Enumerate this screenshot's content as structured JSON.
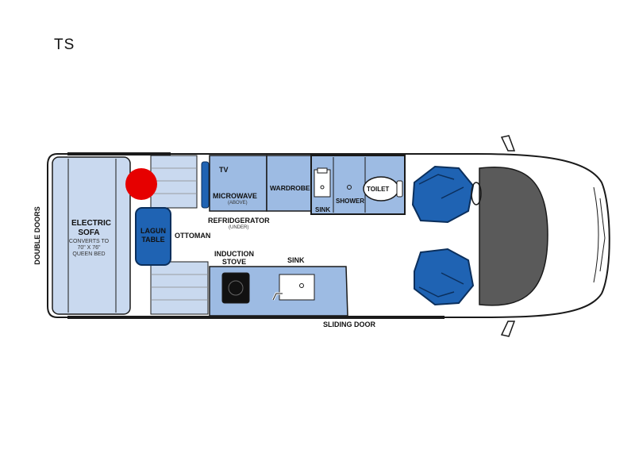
{
  "plan": {
    "title": "TS",
    "colors": {
      "outline": "#1a1a1a",
      "light_blue": "#c9d9ef",
      "mid_blue": "#9dbbe3",
      "deep_blue": "#1f63b3",
      "marker_red": "#e60000",
      "windshield_gray": "#5a5a5a"
    },
    "labels": {
      "double_doors": "DOUBLE DOORS",
      "electric_sofa": "ELECTRIC SOFA",
      "converts_line1": "CONVERTS TO",
      "converts_line2": "70\" X 76\"",
      "converts_line3": "QUEEN BED",
      "lagun_table": "LAGUN TABLE",
      "ottoman": "OTTOMAN",
      "tv": "TV",
      "microwave": "MICROWAVE",
      "microwave_note": "(ABOVE)",
      "refrigerator": "REFRIDGERATOR",
      "refrigerator_note": "(UNDER)",
      "wardrobe": "WARDROBE",
      "sink_bath": "SINK",
      "shower": "SHOWER",
      "toilet": "TOILET",
      "induction_stove": "INDUCTION STOVE",
      "sink_galley": "SINK",
      "sliding_door": "SLIDING DOOR"
    }
  }
}
